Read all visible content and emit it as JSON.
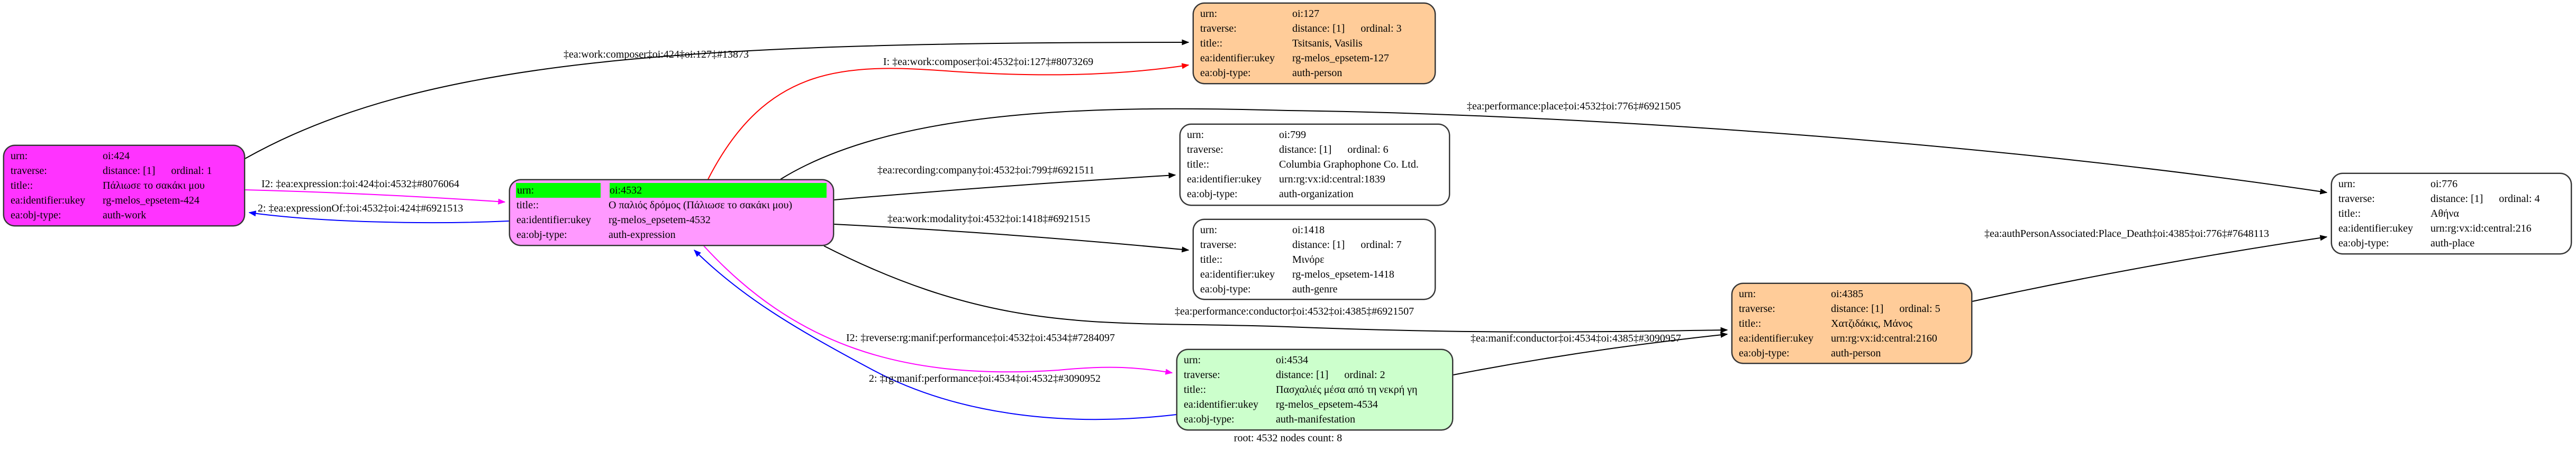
{
  "nodes": [
    {
      "id": "424",
      "fill": "#ff33ff",
      "root": false,
      "rows": [
        {
          "label": "urn:",
          "value": "oi:424"
        },
        {
          "label": "traverse:",
          "value": "distance: [1]",
          "ordinal": "ordinal: 1"
        },
        {
          "label": "title::",
          "value": "Πάλιωσε το σακάκι μου"
        },
        {
          "label": "ea:identifier:ukey",
          "value": "rg-melos_epsetem-424"
        },
        {
          "label": "ea:obj-type:",
          "value": "auth-work"
        }
      ]
    },
    {
      "id": "4532",
      "fill": "#ff99ff",
      "root": true,
      "highlight_color": "#00ff00",
      "rows": [
        {
          "label": "urn:",
          "value": "oi:4532"
        },
        {
          "label": "title::",
          "value": "Ο παλιός δρόμος (Πάλιωσε το σακάκι μου)"
        },
        {
          "label": "ea:identifier:ukey",
          "value": "rg-melos_epsetem-4532"
        },
        {
          "label": "ea:obj-type:",
          "value": "auth-expression"
        }
      ]
    },
    {
      "id": "127",
      "fill": "#ffcc99",
      "root": false,
      "rows": [
        {
          "label": "urn:",
          "value": "oi:127"
        },
        {
          "label": "traverse:",
          "value": "distance: [1]",
          "ordinal": "ordinal: 3"
        },
        {
          "label": "title::",
          "value": "Tsitsanis, Vasilis"
        },
        {
          "label": "ea:identifier:ukey",
          "value": "rg-melos_epsetem-127"
        },
        {
          "label": "ea:obj-type:",
          "value": "auth-person"
        }
      ]
    },
    {
      "id": "799",
      "fill": "#ffffff",
      "root": false,
      "rows": [
        {
          "label": "urn:",
          "value": "oi:799"
        },
        {
          "label": "traverse:",
          "value": "distance: [1]",
          "ordinal": "ordinal: 6"
        },
        {
          "label": "title::",
          "value": "Columbia Graphophone Co. Ltd."
        },
        {
          "label": "ea:identifier:ukey",
          "value": "urn:rg:vx:id:central:1839"
        },
        {
          "label": "ea:obj-type:",
          "value": "auth-organization"
        }
      ]
    },
    {
      "id": "1418",
      "fill": "#ffffff",
      "root": false,
      "rows": [
        {
          "label": "urn:",
          "value": "oi:1418"
        },
        {
          "label": "traverse:",
          "value": "distance: [1]",
          "ordinal": "ordinal: 7"
        },
        {
          "label": "title::",
          "value": "Μινόρε"
        },
        {
          "label": "ea:identifier:ukey",
          "value": "rg-melos_epsetem-1418"
        },
        {
          "label": "ea:obj-type:",
          "value": "auth-genre"
        }
      ]
    },
    {
      "id": "4534",
      "fill": "#ccffcc",
      "root": false,
      "rows": [
        {
          "label": "urn:",
          "value": "oi:4534"
        },
        {
          "label": "traverse:",
          "value": "distance: [1]",
          "ordinal": "ordinal: 2"
        },
        {
          "label": "title::",
          "value": "Πασχαλιές μέσα από τη νεκρή γη"
        },
        {
          "label": "ea:identifier:ukey",
          "value": "rg-melos_epsetem-4534"
        },
        {
          "label": "ea:obj-type:",
          "value": "auth-manifestation"
        }
      ]
    },
    {
      "id": "4385",
      "fill": "#ffcc99",
      "root": false,
      "rows": [
        {
          "label": "urn:",
          "value": "oi:4385"
        },
        {
          "label": "traverse:",
          "value": "distance: [1]",
          "ordinal": "ordinal: 5"
        },
        {
          "label": "title::",
          "value": "Χατζιδάκις, Μάνος"
        },
        {
          "label": "ea:identifier:ukey",
          "value": "urn:rg:vx:id:central:2160"
        },
        {
          "label": "ea:obj-type:",
          "value": "auth-person"
        }
      ]
    },
    {
      "id": "776",
      "fill": "#ffffff",
      "root": false,
      "rows": [
        {
          "label": "urn:",
          "value": "oi:776"
        },
        {
          "label": "traverse:",
          "value": "distance: [1]",
          "ordinal": "ordinal: 4"
        },
        {
          "label": "title::",
          "value": "Αθήνα"
        },
        {
          "label": "ea:identifier:ukey",
          "value": "urn:rg:vx:id:central:216"
        },
        {
          "label": "ea:obj-type:",
          "value": "auth-place"
        }
      ]
    }
  ],
  "edges": [
    {
      "from": "424",
      "to": "127",
      "color": "#000000",
      "label": "‡ea:work:composer‡oi:424‡oi:127‡#13873"
    },
    {
      "from": "4532",
      "to": "127",
      "color": "#ff0000",
      "label": "I: ‡ea:work:composer‡oi:4532‡oi:127‡#8073269"
    },
    {
      "from": "4532",
      "to": "776",
      "color": "#000000",
      "label": "‡ea:performance:place‡oi:4532‡oi:776‡#6921505"
    },
    {
      "from": "4532",
      "to": "799",
      "color": "#000000",
      "label": "‡ea:recording:company‡oi:4532‡oi:799‡#6921511"
    },
    {
      "from": "4532",
      "to": "1418",
      "color": "#000000",
      "label": "‡ea:work:modality‡oi:4532‡oi:1418‡#6921515"
    },
    {
      "from": "4532",
      "to": "4385",
      "color": "#000000",
      "label": "‡ea:performance:conductor‡oi:4532‡oi:4385‡#6921507"
    },
    {
      "from": "424",
      "to": "4532",
      "color": "#ff00ff",
      "label": "I2: ‡ea:expression:‡oi:424‡oi:4532‡#8076064"
    },
    {
      "from": "4532",
      "to": "424",
      "color": "#0000ff",
      "label": "2: ‡ea:expressionOf:‡oi:4532‡oi:424‡#6921513"
    },
    {
      "from": "4532",
      "to": "4534",
      "color": "#ff00ff",
      "label": "I2: ‡reverse:rg:manif:performance‡oi:4532‡oi:4534‡#7284097"
    },
    {
      "from": "4534",
      "to": "4532",
      "color": "#0000ff",
      "label": "2: ‡rg:manif:performance‡oi:4534‡oi:4532‡#3090952"
    },
    {
      "from": "4534",
      "to": "4385",
      "color": "#000000",
      "label": "‡ea:manif:conductor‡oi:4534‡oi:4385‡#3090957"
    },
    {
      "from": "4385",
      "to": "776",
      "color": "#000000",
      "label": "‡ea:authPersonAssociated:Place_Death‡oi:4385‡oi:776‡#7648113"
    }
  ],
  "footer": "root: 4532 nodes count: 8"
}
